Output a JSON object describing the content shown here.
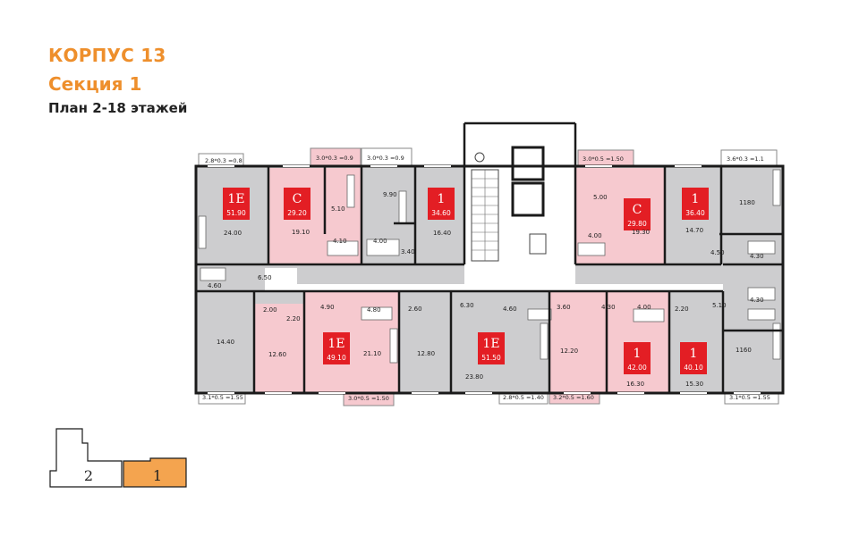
{
  "header": {
    "building": "КОРПУС 13",
    "section": "Секция 1",
    "plan": "План 2-18 этажей"
  },
  "colors": {
    "accent": "#ee8f2c",
    "highlight": "#e31e24",
    "room_gray": "#cdcdcf",
    "room_pink": "#f6c9cf",
    "wall": "#1a1a1a"
  },
  "apartments": [
    {
      "rooms": "1Е",
      "area": "51.90"
    },
    {
      "rooms": "С",
      "area": "29.20"
    },
    {
      "rooms": "1",
      "area": "34.60"
    },
    {
      "rooms": "С",
      "area": "29.80"
    },
    {
      "rooms": "1",
      "area": "36.40"
    },
    {
      "rooms": "1Е",
      "area": "49.10"
    },
    {
      "rooms": "1Е",
      "area": "51.50"
    },
    {
      "rooms": "1",
      "area": "42.00"
    },
    {
      "rooms": "1",
      "area": "40.10"
    }
  ],
  "balconies": [
    "2.8*0.3 =0.8",
    "3.0*0.3 =0.9",
    "3.0*0.3 =0.9",
    "3.0*0.5 =1.50",
    "3.6*0.3 =1.1",
    "3.1*0.5 =1.55",
    "3.0*0.5 =1.50",
    "2.8*0.5 =1.40",
    "3.2*0.5 =1.60",
    "3.1*0.5 =1.55"
  ],
  "room_areas": [
    "24.00",
    "5.10",
    "19.10",
    "4.10",
    "9.90",
    "4.00",
    "3.40",
    "16.40",
    "5.00",
    "4.00",
    "19.30",
    "14.70",
    "4.50",
    "1180",
    "4.30",
    "4.60",
    "6.50",
    "2.00",
    "2.20",
    "4.90",
    "4.80",
    "2.60",
    "6.30",
    "4.60",
    "3.60",
    "4.30",
    "4.00",
    "2.20",
    "5.10",
    "4.30",
    "14.40",
    "12.60",
    "21.10",
    "12.80",
    "23.80",
    "12.20",
    "16.30",
    "15.30",
    "1160"
  ],
  "keyplan": {
    "left_label": "2",
    "right_label": "1"
  }
}
